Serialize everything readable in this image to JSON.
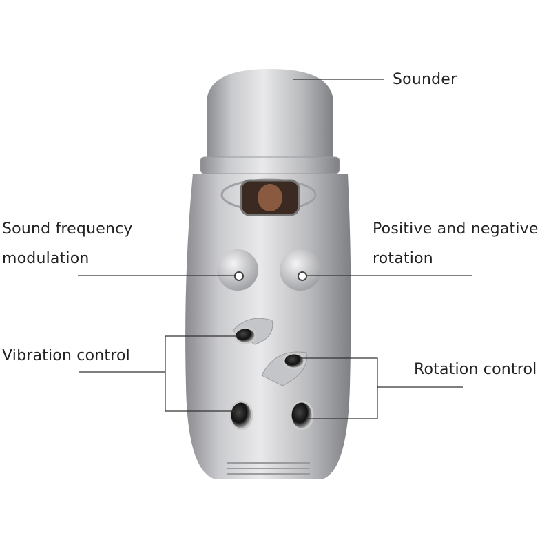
{
  "labels": {
    "sounder": "Sounder",
    "sound_frequency_line1": "Sound frequency",
    "sound_frequency_line2": "modulation",
    "positive_negative_line1": "Positive and negative",
    "positive_negative_line2": "rotation",
    "vibration_control": "Vibration control",
    "rotation_control": "Rotation control"
  },
  "colors": {
    "line": "#333333",
    "silver_light": "#e6e6e8",
    "silver_dark": "#8d8e92"
  }
}
